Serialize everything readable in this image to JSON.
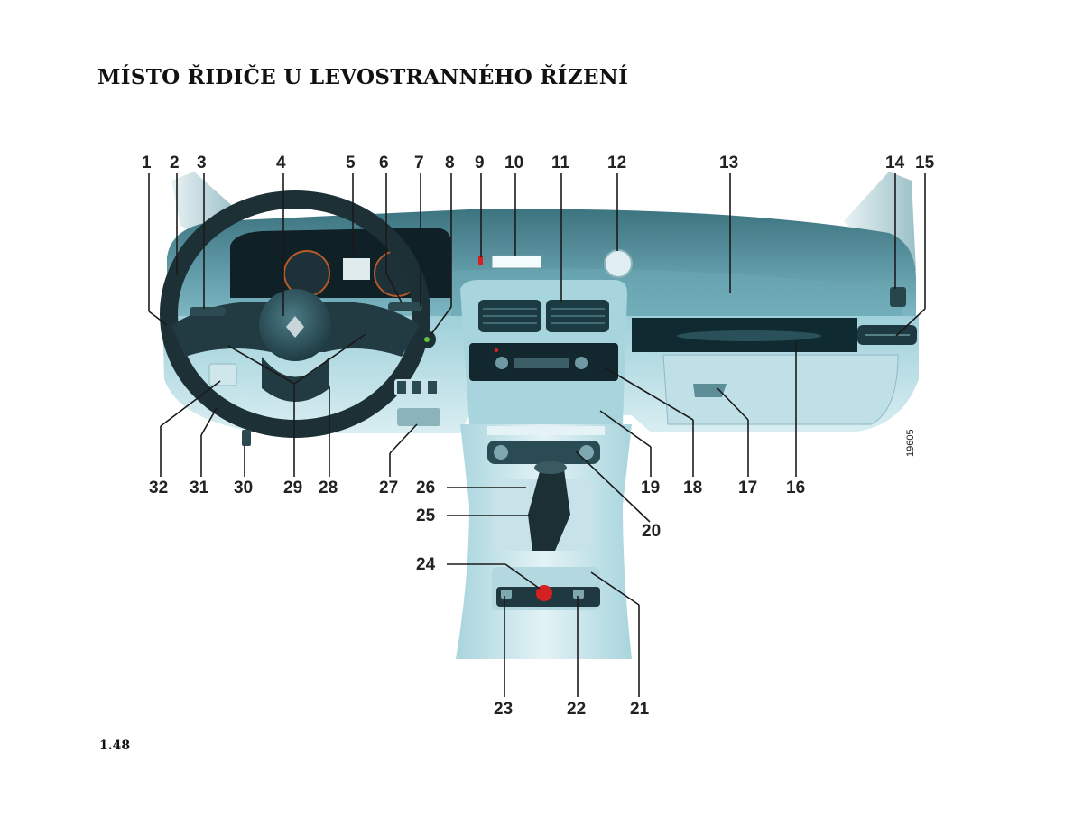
{
  "page": {
    "title": "MÍSTO ŘIDIČE U LEVOSTRANNÉHO ŘÍZENÍ",
    "page_number": "1.48",
    "figure_code": "19605"
  },
  "callouts": {
    "top": [
      "1",
      "2",
      "3",
      "4",
      "5",
      "6",
      "7",
      "8",
      "9",
      "10",
      "11",
      "12",
      "13",
      "14",
      "15"
    ],
    "bottom": [
      "32",
      "31",
      "30",
      "29",
      "28",
      "27",
      "26",
      "25",
      "24",
      "23",
      "22",
      "21",
      "20",
      "19",
      "18",
      "17",
      "16"
    ]
  },
  "colors": {
    "dashboard_top": "#4a8793",
    "dashboard_mid": "#8cc4cf",
    "dashboard_light": "#c9e6ec",
    "trim_dark": "#0f2a30",
    "hazard_red": "#d42020"
  }
}
